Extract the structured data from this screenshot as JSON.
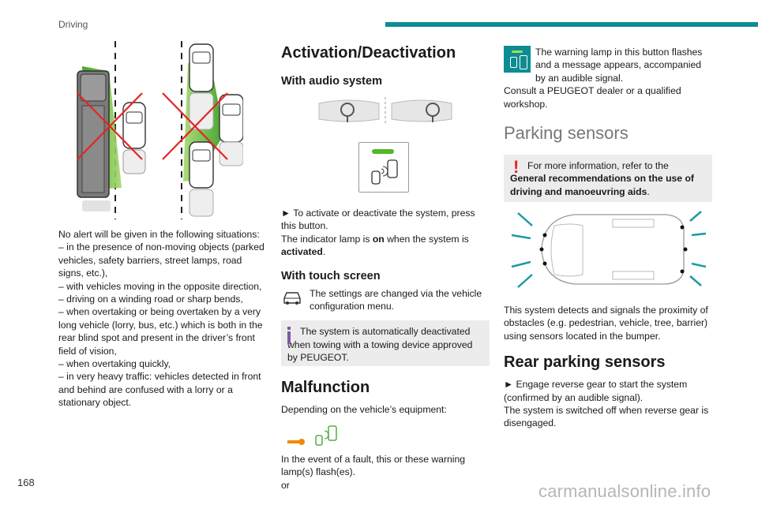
{
  "header": {
    "section": "Driving",
    "page_number": "168",
    "watermark": "carmanualsonline.info"
  },
  "col1": {
    "intro": "No alert will be given in the following situations:",
    "items": [
      "– in the presence of non-moving objects (parked vehicles, safety barriers, street lamps, road signs, etc.),",
      "– with vehicles moving in the opposite direction,",
      "– driving on a winding road or sharp bends,",
      "– when overtaking or being overtaken by a very long vehicle (lorry, bus, etc.) which is both in the rear blind spot and present in the driver’s front field of vision,",
      "– when overtaking quickly,",
      "– in very heavy traffic: vehicles detected in front and behind are confused with a lorry or a stationary object."
    ]
  },
  "col2": {
    "title": "Activation/Deactivation",
    "audio_heading": "With audio system",
    "audio_text_1": "► To activate or deactivate the system, press this button.",
    "audio_text_2a": "The indicator lamp is ",
    "audio_text_2b": "on",
    "audio_text_2c": " when the system is ",
    "audio_text_2d": "activated",
    "audio_text_2e": ".",
    "touch_heading": "With touch screen",
    "touch_text": "The settings are changed via the vehicle configuration menu.",
    "note": "The system is automatically deactivated when towing with a towing device approved by PEUGEOT.",
    "malfunction_title": "Malfunction",
    "malfunction_text": "Depending on the vehicle’s equipment:",
    "fault_text": "In the event of a fault, this or these warning lamp(s) flash(es).",
    "or": "or"
  },
  "col3": {
    "warning_text": "The warning lamp in this button flashes and a message appears, accompanied by an audible signal.",
    "consult": "Consult a PEUGEOT dealer or a qualified workshop.",
    "parking_title": "Parking sensors",
    "info_a": "For more information, refer to the ",
    "info_b": "General recommendations on the use of driving and manoeuvring aids",
    "info_c": ".",
    "detect_text": "This system detects and signals the proximity of obstacles (e.g. pedestrian, vehicle, tree, barrier) using sensors located in the bumper.",
    "rear_title": "Rear parking sensors",
    "rear_text_1": "► Engage reverse gear to start the system (confirmed by an audible signal).",
    "rear_text_2": "The system is switched off when reverse gear is disengaged."
  },
  "colors": {
    "accent": "#0e8c93",
    "warning_red": "#e32626",
    "info_purple": "#7b5aa6",
    "detect_green": "#55b62a",
    "wrench_orange": "#f08a00"
  }
}
